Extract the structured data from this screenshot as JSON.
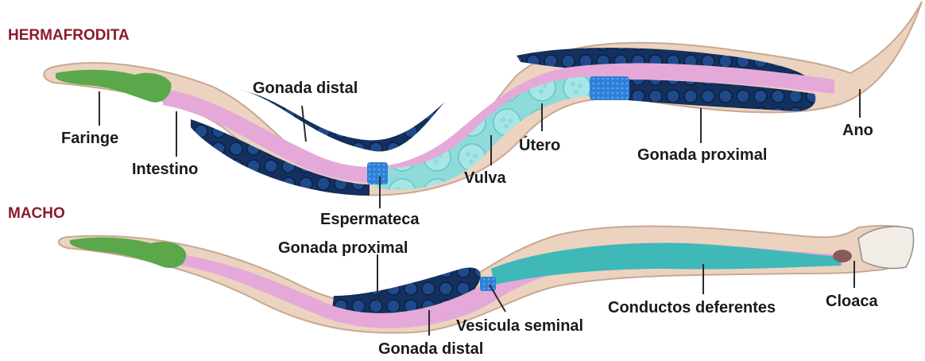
{
  "colors": {
    "title": "#8b1a2b",
    "label": "#1a1a1a",
    "body": "#ecd3bf",
    "body_outline": "#c9a892",
    "pharynx": "#5aa84a",
    "intestine": "#e5a9d9",
    "gonad": "#14305f",
    "uterus": "#8fdada",
    "spermatheca": "#2e7fd6",
    "vas_deferens": "#3fb8b8",
    "cloaca": "#8a5a5a"
  },
  "hermaphrodite": {
    "title": "HERMAFRODITA",
    "labels": {
      "faringe": "Faringe",
      "intestino": "Intestino",
      "gonada_distal": "Gonada distal",
      "espermateca": "Espermateca",
      "vulva": "Vulva",
      "utero": "Útero",
      "gonada_proximal": "Gonada proximal",
      "ano": "Ano"
    }
  },
  "male": {
    "title": "MACHO",
    "labels": {
      "gonada_proximal": "Gonada proximal",
      "gonada_distal": "Gonada distal",
      "vesicula_seminal": "Vesicula seminal",
      "conductos_deferentes": "Conductos deferentes",
      "cloaca": "Cloaca"
    }
  }
}
